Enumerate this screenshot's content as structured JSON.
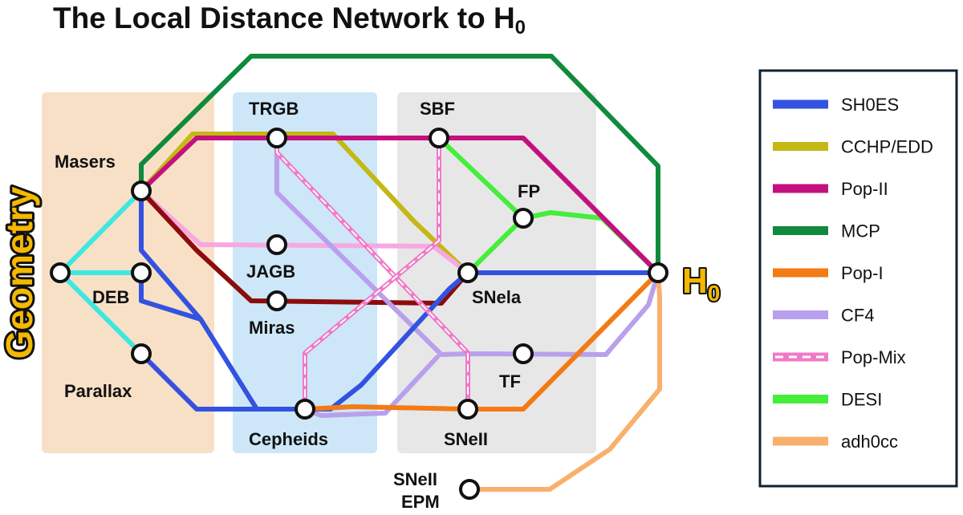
{
  "title": {
    "text": "The Local Distance Network to H",
    "sub": "0"
  },
  "regions": [
    {
      "label": "Geometry",
      "color": "#f8e0c7"
    },
    {
      "label": "",
      "color": "#cde7f8"
    },
    {
      "label": "",
      "color": "#e7e7e7"
    }
  ],
  "nodes": [
    {
      "id": "parallax",
      "label": "Parallax"
    },
    {
      "id": "masers",
      "label": "Masers"
    },
    {
      "id": "deb",
      "label": "DEB"
    },
    {
      "id": "trgb",
      "label": "TRGB"
    },
    {
      "id": "jagb",
      "label": "JAGB"
    },
    {
      "id": "miras",
      "label": "Miras"
    },
    {
      "id": "cepheids",
      "label": "Cepheids"
    },
    {
      "id": "sbf",
      "label": "SBF"
    },
    {
      "id": "fp",
      "label": "FP"
    },
    {
      "id": "snela",
      "label": "SNela"
    },
    {
      "id": "tf",
      "label": "TF"
    },
    {
      "id": "snell",
      "label": "SNeII"
    },
    {
      "id": "snell_epm",
      "label": "SNeII\nEPM"
    }
  ],
  "endpoint": {
    "label": "H",
    "sub": "0",
    "color": "#f5b800"
  },
  "legend": [
    {
      "name": "SH0ES",
      "color": "#3352e0",
      "style": "solid"
    },
    {
      "name": "CCHP/EDD",
      "color": "#c4b814",
      "style": "solid"
    },
    {
      "name": "Pop-II",
      "color": "#c4107e",
      "style": "solid"
    },
    {
      "name": "MCP",
      "color": "#108a3c",
      "style": "solid"
    },
    {
      "name": "Pop-I",
      "color": "#f47a14",
      "style": "solid"
    },
    {
      "name": "CF4",
      "color": "#b9a0ec",
      "style": "solid"
    },
    {
      "name": "Pop-Mix",
      "color": "#f07ac8",
      "style": "dashed"
    },
    {
      "name": "DESI",
      "color": "#44ee3a",
      "style": "solid"
    },
    {
      "name": "adh0cc",
      "color": "#f8b06c",
      "style": "solid"
    }
  ],
  "extra_colors": {
    "cyan": "#3ee8e0",
    "dark_red": "#8c0c0c",
    "light_pink": "#f8a8e0"
  }
}
